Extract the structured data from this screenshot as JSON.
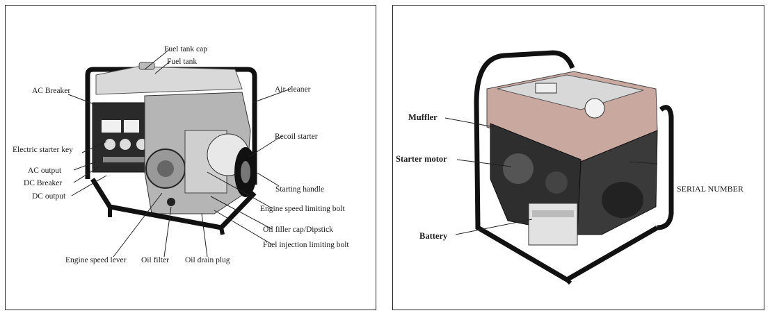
{
  "left_figure": {
    "labels": {
      "fuel_tank_cap": "Fuel tank cap",
      "fuel_tank": "Fuel tank",
      "ac_breaker": "AC Breaker",
      "air_cleaner": "Air cleaner",
      "recoil_starter": "Recoil starter",
      "electric_starter_key": "Electric starter key",
      "ac_output": "AC output",
      "dc_breaker": "DC Breaker",
      "dc_output": "DC output",
      "starting_handle": "Starting handle",
      "engine_speed_limiting_bolt": "Engine speed limiting bolt",
      "oil_filler_cap": "Oil filler cap/Dipstick",
      "fuel_injection_limiting_bolt": "Fuel injection limiting bolt",
      "engine_speed_lever": "Engine speed lever",
      "oil_filter": "Oil filter",
      "oil_drain_plug": "Oil drain plug"
    }
  },
  "right_figure": {
    "labels": {
      "muffler": "Muffler",
      "starter_motor": "Starter motor",
      "serial_number": "SERIAL NUMBER",
      "battery": "Battery"
    }
  }
}
